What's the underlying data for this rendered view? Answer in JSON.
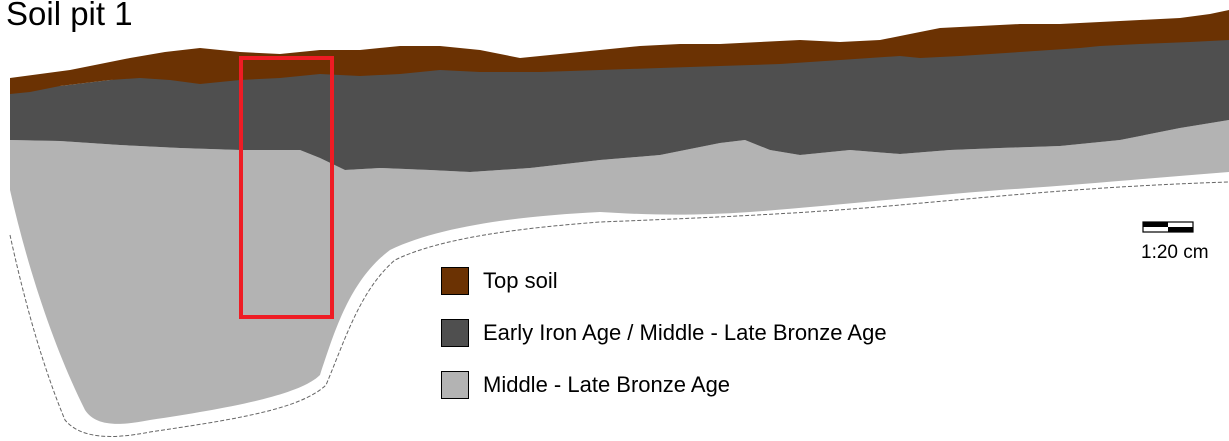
{
  "title": "Soil pit 1",
  "scale_bar": {
    "label": "1:20 cm"
  },
  "legend": [
    {
      "label": "Top soil",
      "color": "#6b3203"
    },
    {
      "label": "Early Iron Age / Middle - Late Bronze Age",
      "color": "#4f4f4f"
    },
    {
      "label": "Middle - Late Bronze Age",
      "color": "#b3b3b3"
    }
  ],
  "highlight_color": "#ee1c24"
}
